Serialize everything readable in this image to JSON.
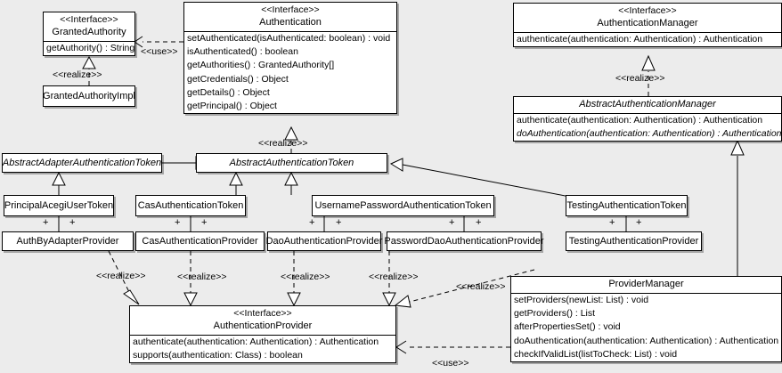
{
  "diagram": {
    "title": "Acegi Security Authentication UML Class Diagram",
    "background_color": "#ececec",
    "box_fill": "#ffffff",
    "line_color": "#000000"
  },
  "stereotypes": {
    "interface": "<<Interface>>",
    "realize": "<<realize>>",
    "use": "<<use>>",
    "plus": "+"
  },
  "classes": {
    "granted_authority": {
      "stereotype": "<<Interface>>",
      "name": "GrantedAuthority",
      "members": [
        "getAuthority() : String"
      ]
    },
    "granted_authority_impl": {
      "name": "GrantedAuthorityImpl"
    },
    "authentication": {
      "stereotype": "<<Interface>>",
      "name": "Authentication",
      "members": [
        "setAuthenticated(isAuthenticated: boolean) : void",
        "isAuthenticated() : boolean",
        "getAuthorities() : GrantedAuthority[]",
        "getCredentials() : Object",
        "getDetails() : Object",
        "getPrincipal() : Object"
      ]
    },
    "authentication_manager": {
      "stereotype": "<<Interface>>",
      "name": "AuthenticationManager",
      "members": [
        "authenticate(authentication: Authentication) : Authentication"
      ]
    },
    "abstract_authentication_manager": {
      "name": "AbstractAuthenticationManager",
      "members": [
        "authenticate(authentication: Authentication) : Authentication",
        "doAuthentication(authentication: Authentication) : Authentication"
      ]
    },
    "abstract_adapter_authentication_token": {
      "name": "AbstractAdapterAuthenticationToken"
    },
    "abstract_authentication_token": {
      "name": "AbstractAuthenticationToken"
    },
    "principal_acegi_user_token": {
      "name": "PrincipalAcegiUserToken"
    },
    "cas_authentication_token": {
      "name": "CasAuthenticationToken"
    },
    "username_password_authentication_token": {
      "name": "UsernamePasswordAuthenticationToken"
    },
    "testing_authentication_token": {
      "name": "TestingAuthenticationToken"
    },
    "auth_by_adapter_provider": {
      "name": "AuthByAdapterProvider"
    },
    "cas_authentication_provider": {
      "name": "CasAuthenticationProvider"
    },
    "dao_authentication_provider": {
      "name": "DaoAuthenticationProvider"
    },
    "password_dao_authentication_provider": {
      "name": "PasswordDaoAuthenticationProvider"
    },
    "testing_authentication_provider": {
      "name": "TestingAuthenticationProvider"
    },
    "authentication_provider": {
      "stereotype": "<<Interface>>",
      "name": "AuthenticationProvider",
      "members": [
        "authenticate(authentication: Authentication) : Authentication",
        "supports(authentication: Class) : boolean"
      ]
    },
    "provider_manager": {
      "name": "ProviderManager",
      "members": [
        "setProviders(newList: List) : void",
        "getProviders() : List",
        "afterPropertiesSet() : void",
        "doAuthentication(authentication: Authentication) : Authentication",
        "checkIfValidList(listToCheck: List) : void"
      ]
    }
  },
  "edge_labels": {
    "use_granted_authority": "<<use>>",
    "realize_granted_authority_impl": "<<realize>>",
    "realize_abstract_authentication_token": "<<realize>>",
    "realize_abstract_authentication_manager": "<<realize>>",
    "realize_auth_by_adapter": "<<realize>>",
    "realize_cas_provider": "<<realize>>",
    "realize_dao_provider": "<<realize>>",
    "realize_password_dao_provider": "<<realize>>",
    "realize_provider_manager": "<<realize>>",
    "use_provider_manager": "<<use>>"
  },
  "association_marks": {
    "principal_acegi": [
      "+",
      "+"
    ],
    "cas_token": [
      "+",
      "+"
    ],
    "username_password_token": [
      "+",
      "+",
      "+",
      "+"
    ],
    "testing_token": [
      "+",
      "+"
    ]
  }
}
